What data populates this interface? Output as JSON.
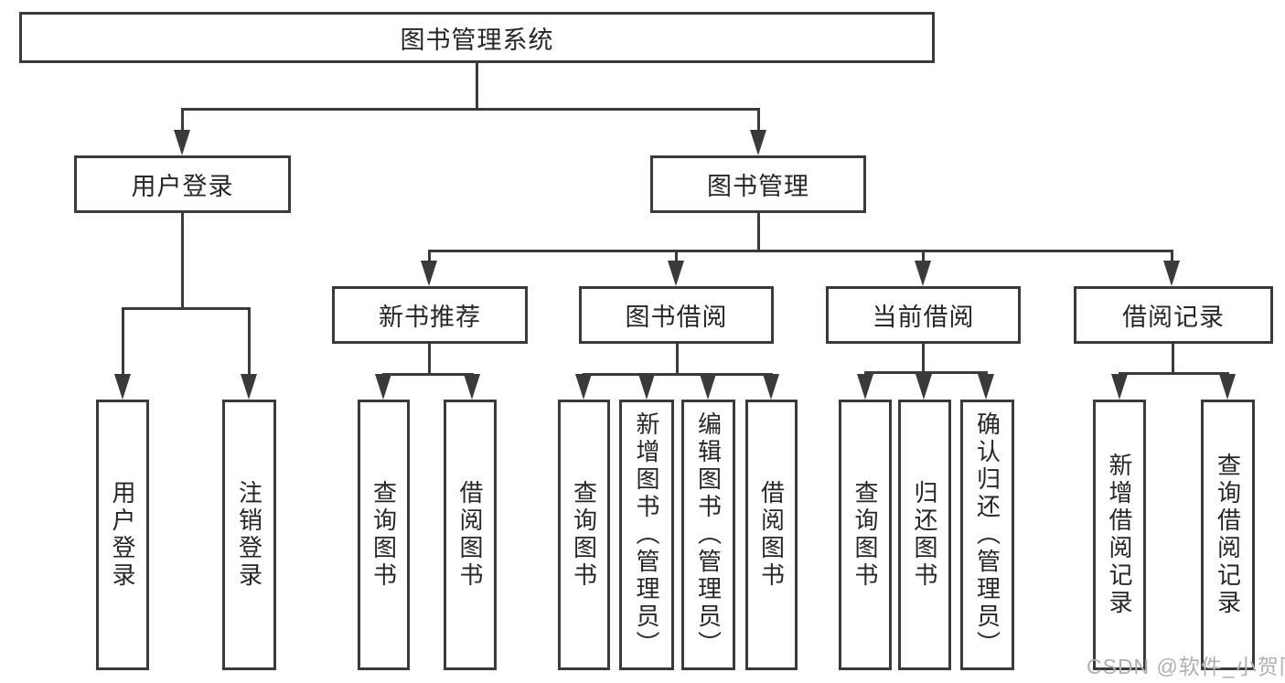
{
  "title": "图书管理系统",
  "watermark": "CSDN @软件_小贺同学",
  "colors": {
    "line": "#3a3a3a",
    "text": "#262626",
    "watermark": "#b0b0b0",
    "background": "#ffffff"
  },
  "nodes": {
    "root": "图书管理系统",
    "userLogin": "用户登录",
    "bookMgmt": "图书管理",
    "newBookRec": "新书推荐",
    "bookBorrow": "图书借阅",
    "currentBorrow": "当前借阅",
    "borrowRecord": "借阅记录",
    "loginLeaf": "用户登录",
    "logoutLeaf": "注销登录",
    "queryBookRec": "查询图书",
    "borrowBookRec": "借阅图书",
    "queryBookBorrow": "查询图书",
    "addBookAdmin": "新增图书（管理员）",
    "editBookAdmin": "编辑图书（管理员）",
    "borrowBookBorrow": "借阅图书",
    "queryBookCurrent": "查询图书",
    "returnBook": "归还图书",
    "confirmReturnAdmin": "确认归还（管理员）",
    "addBorrowRecord": "新增借阅记录",
    "queryBorrowRecord": "查询借阅记录"
  },
  "edges": [
    [
      "root",
      "userLogin"
    ],
    [
      "root",
      "bookMgmt"
    ],
    [
      "userLogin",
      "loginLeaf"
    ],
    [
      "userLogin",
      "logoutLeaf"
    ],
    [
      "bookMgmt",
      "newBookRec"
    ],
    [
      "bookMgmt",
      "bookBorrow"
    ],
    [
      "bookMgmt",
      "currentBorrow"
    ],
    [
      "bookMgmt",
      "borrowRecord"
    ],
    [
      "newBookRec",
      "queryBookRec"
    ],
    [
      "newBookRec",
      "borrowBookRec"
    ],
    [
      "bookBorrow",
      "queryBookBorrow"
    ],
    [
      "bookBorrow",
      "addBookAdmin"
    ],
    [
      "bookBorrow",
      "editBookAdmin"
    ],
    [
      "bookBorrow",
      "borrowBookBorrow"
    ],
    [
      "currentBorrow",
      "queryBookCurrent"
    ],
    [
      "currentBorrow",
      "returnBook"
    ],
    [
      "currentBorrow",
      "confirmReturnAdmin"
    ],
    [
      "borrowRecord",
      "addBorrowRecord"
    ],
    [
      "borrowRecord",
      "queryBorrowRecord"
    ]
  ]
}
